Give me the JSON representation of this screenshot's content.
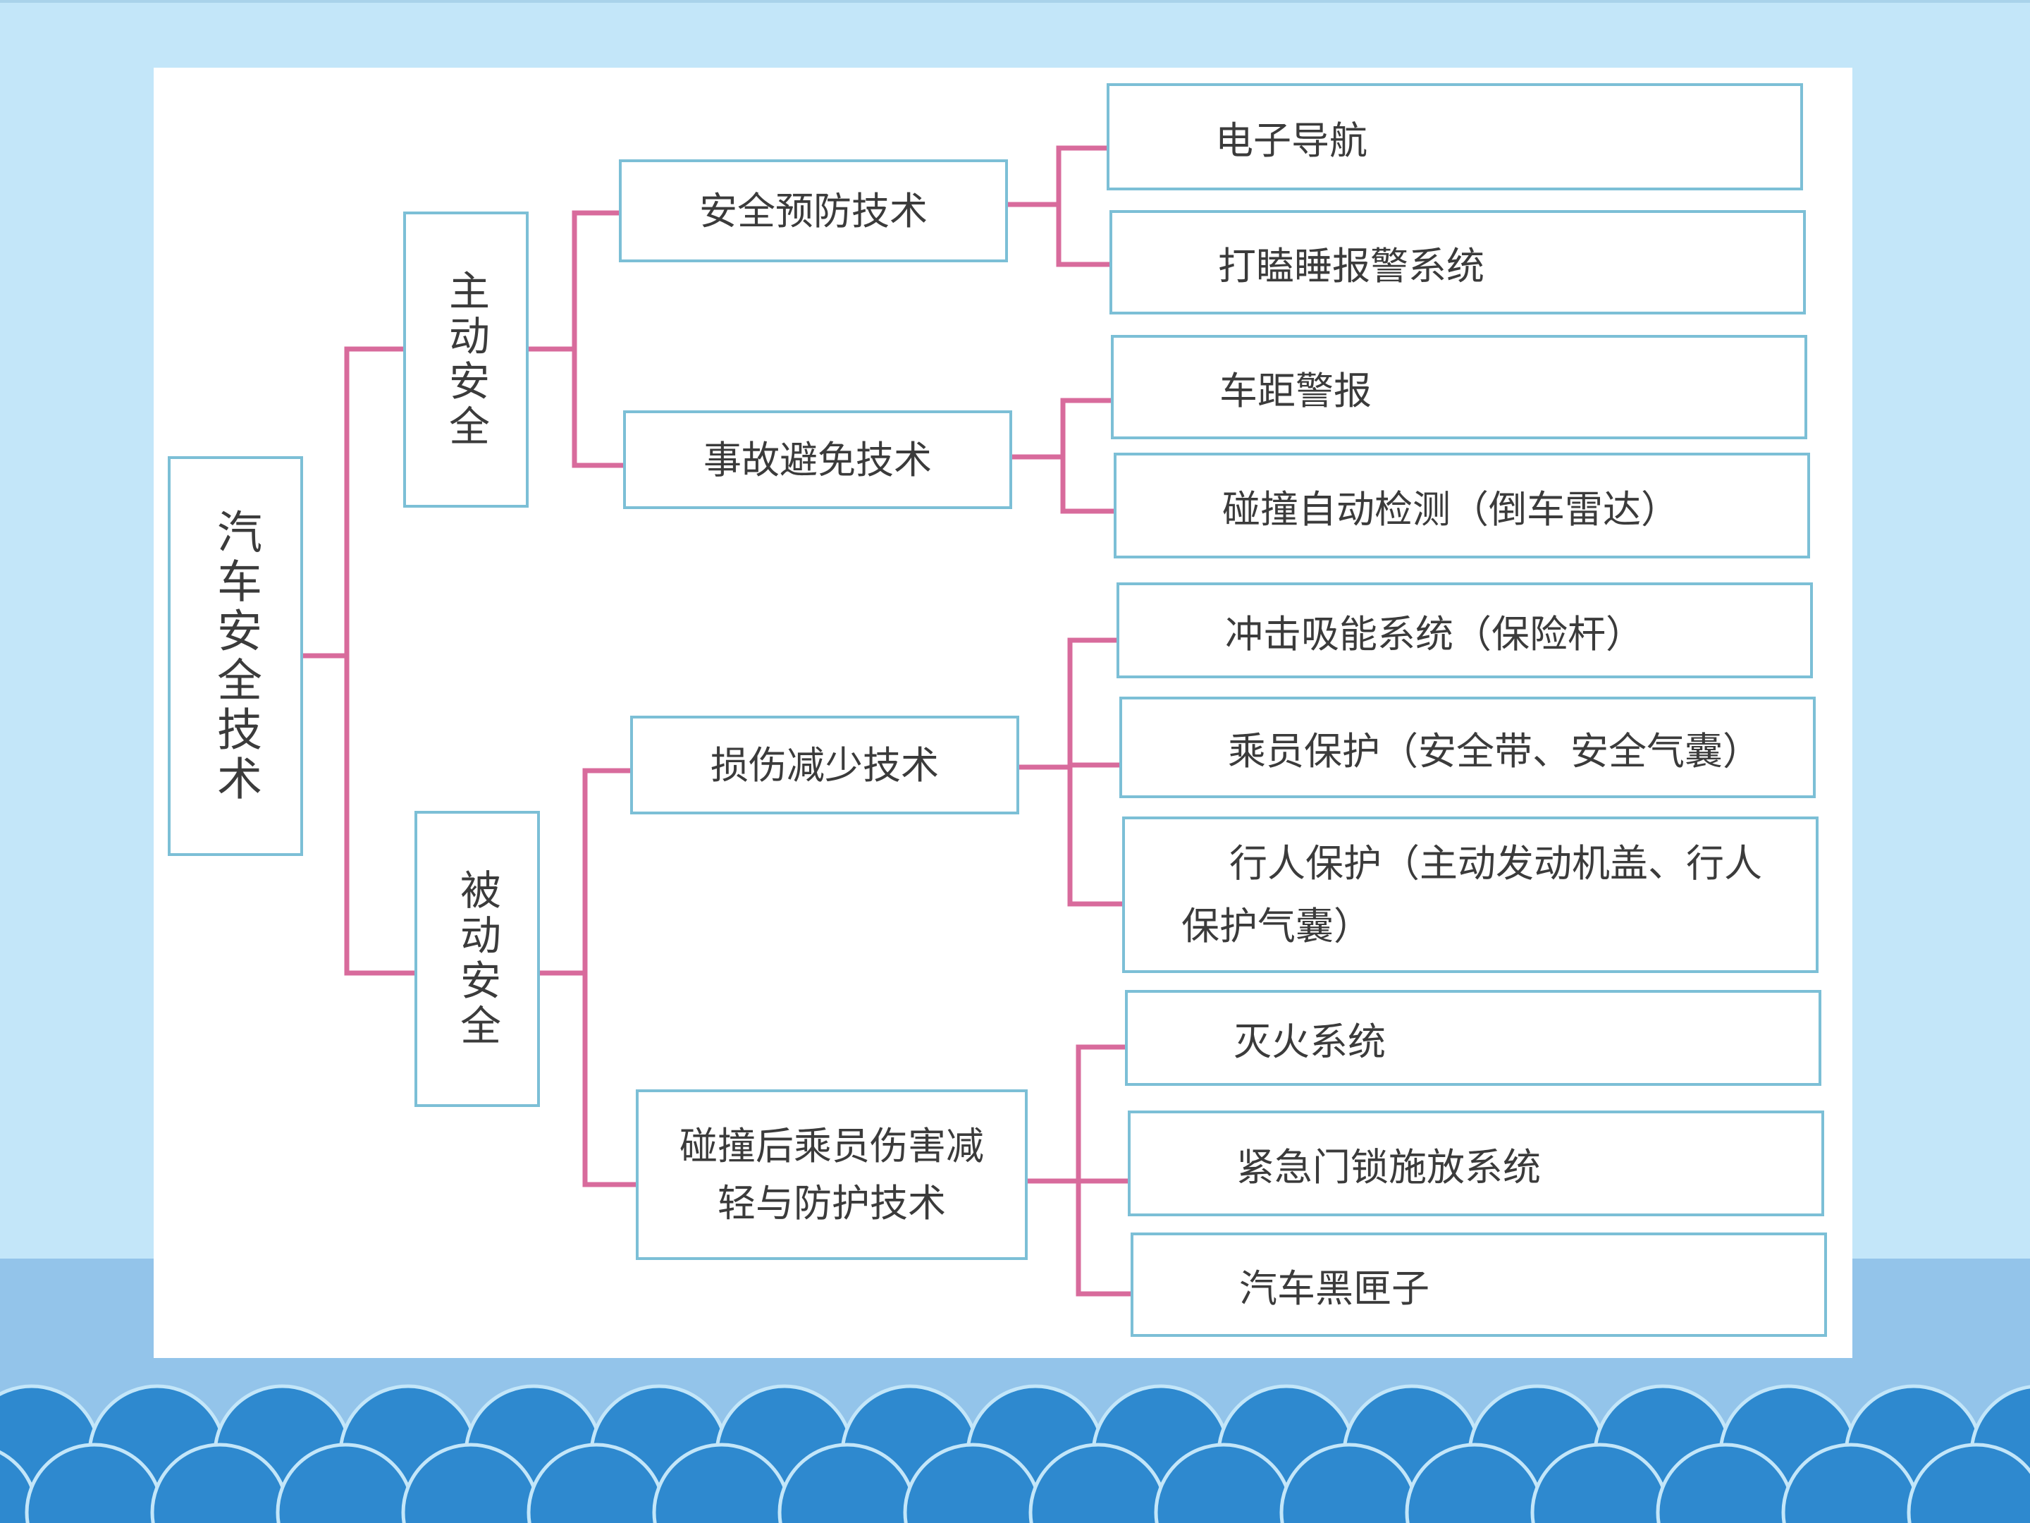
{
  "colors": {
    "background": "#c3e6f9",
    "band": "#93c4ea",
    "panel": "#ffffff",
    "box_border": "#7cbfd6",
    "connector": "#d86b9c",
    "scallop": "#2e89cf"
  },
  "tree": {
    "root": "汽车安全技术",
    "branches": [
      {
        "label": "主动安全",
        "groups": [
          {
            "label": "安全预防技术",
            "items": [
              "电子导航",
              "打瞌睡报警系统"
            ]
          },
          {
            "label": "事故避免技术",
            "items": [
              "车距警报",
              "碰撞自动检测（倒车雷达）"
            ]
          }
        ]
      },
      {
        "label": "被动安全",
        "groups": [
          {
            "label": "损伤减少技术",
            "items": [
              "冲击吸能系统（保险杆）",
              "乘员保护（安全带、安全气囊）",
              "行人保护（主动发动机盖、行人保护气囊）"
            ]
          },
          {
            "label": "碰撞后乘员伤害减轻与防护技术",
            "items": [
              "灭火系统",
              "紧急门锁施放系统",
              "汽车黑匣子"
            ]
          }
        ]
      }
    ]
  }
}
